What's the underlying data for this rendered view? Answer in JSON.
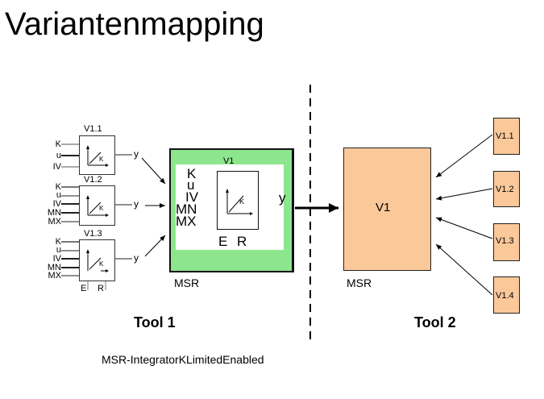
{
  "title": "Variantenmapping",
  "tool1": {
    "label": "Tool 1",
    "variants": [
      {
        "name": "V1.1",
        "inputs": [
          "K",
          "u",
          "IV"
        ],
        "output": "y",
        "bottom": []
      },
      {
        "name": "V1.2",
        "inputs": [
          "K",
          "u",
          "IV",
          "MN",
          "MX"
        ],
        "output": "y",
        "bottom": []
      },
      {
        "name": "V1.3",
        "inputs": [
          "K",
          "u",
          "IV",
          "MN",
          "MX"
        ],
        "output": "y",
        "bottom": [
          "E",
          "R"
        ]
      }
    ],
    "msr": {
      "container_label": "MSR",
      "block_name": "V1",
      "inputs": [
        "K",
        "u",
        "IV",
        "MN",
        "MX"
      ],
      "output": "y",
      "bottom": [
        "E",
        "R"
      ],
      "block_symbol": "K"
    },
    "caption": "MSR-IntegratorKLimitedEnabled"
  },
  "tool2": {
    "label": "Tool 2",
    "msr": {
      "container_label": "MSR",
      "block_name": "V1"
    },
    "variants": [
      "V1.1",
      "V1.2",
      "V1.3",
      "V1.4"
    ]
  },
  "colors": {
    "msr_green": "#8de68d",
    "peach": "#fbc89a"
  }
}
